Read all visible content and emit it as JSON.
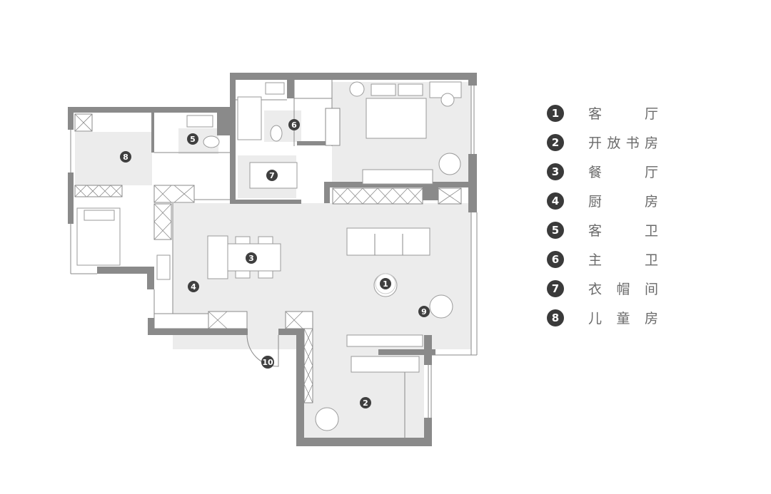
{
  "plan_markers": [
    {
      "id": "1",
      "room": "客厅"
    },
    {
      "id": "2",
      "room": "开放书房"
    },
    {
      "id": "3",
      "room": "餐厅"
    },
    {
      "id": "4",
      "room": "厨房"
    },
    {
      "id": "5",
      "room": "客卫"
    },
    {
      "id": "6",
      "room": "主卫"
    },
    {
      "id": "7",
      "room": "衣帽间"
    },
    {
      "id": "8",
      "room": "儿童房"
    },
    {
      "id": "9",
      "room": ""
    },
    {
      "id": "10",
      "room": ""
    }
  ],
  "legend": [
    {
      "num": "1",
      "label": "客厅"
    },
    {
      "num": "2",
      "label": "开放书房"
    },
    {
      "num": "3",
      "label": "餐厅"
    },
    {
      "num": "4",
      "label": "厨房"
    },
    {
      "num": "5",
      "label": "客卫"
    },
    {
      "num": "6",
      "label": "主卫"
    },
    {
      "num": "7",
      "label": "衣帽间"
    },
    {
      "num": "8",
      "label": "儿童房"
    }
  ],
  "colors": {
    "wall": "#8a8a8a",
    "floor": "#ececec",
    "marker": "#3f3f3f"
  }
}
